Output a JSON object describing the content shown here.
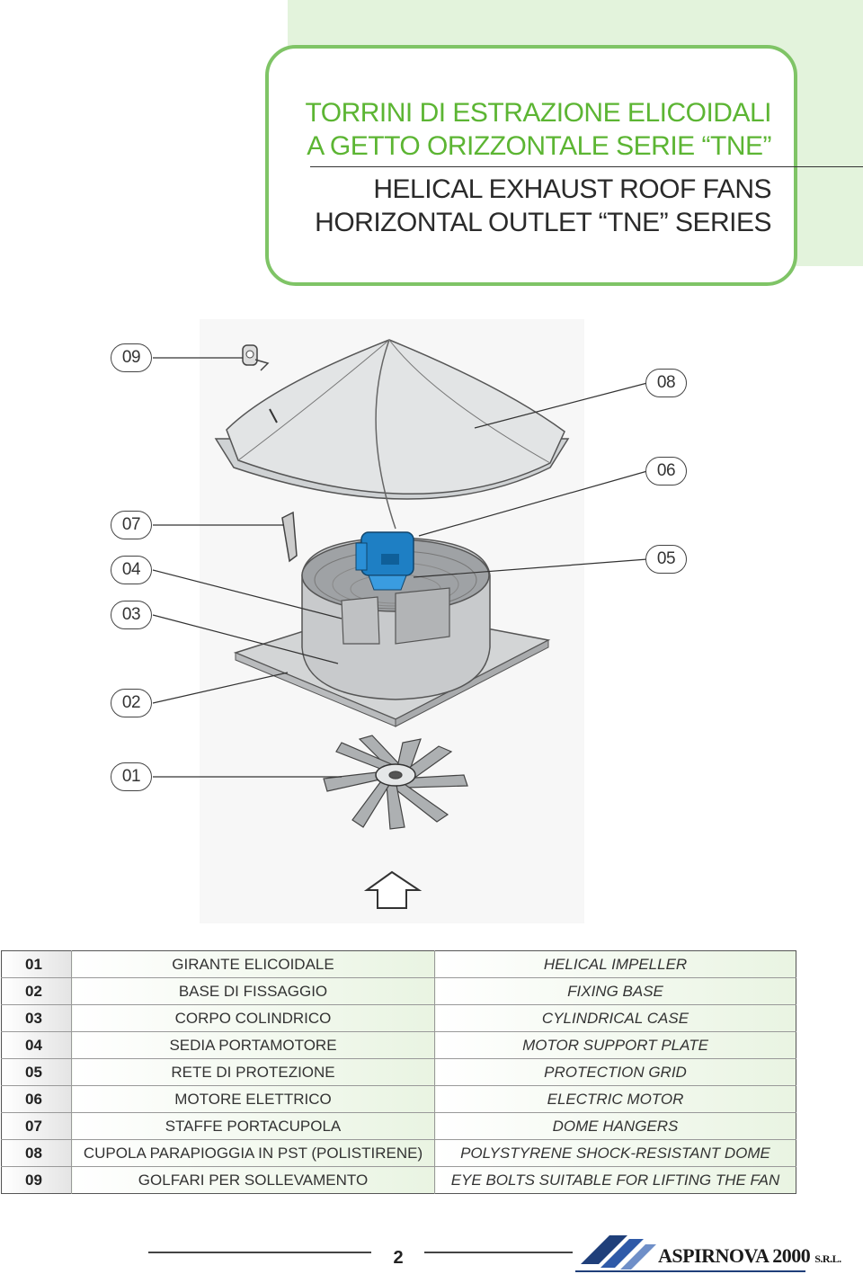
{
  "header": {
    "title_it_line1": "TORRINI DI ESTRAZIONE ELICOIDALI",
    "title_it_line2": "A GETTO ORIZZONTALE SERIE “TNE”",
    "title_en_line1": "HELICAL EXHAUST ROOF FANS",
    "title_en_line2": "HORIZONTAL OUTLET “TNE” SERIES"
  },
  "callouts": [
    "09",
    "08",
    "06",
    "07",
    "04",
    "05",
    "03",
    "02",
    "01"
  ],
  "parts": [
    {
      "num": "01",
      "it": "GIRANTE ELICOIDALE",
      "en": "HELICAL IMPELLER"
    },
    {
      "num": "02",
      "it": "BASE DI FISSAGGIO",
      "en": "FIXING BASE"
    },
    {
      "num": "03",
      "it": "CORPO COLINDRICO",
      "en": "CYLINDRICAL CASE"
    },
    {
      "num": "04",
      "it": "SEDIA PORTAMOTORE",
      "en": "MOTOR SUPPORT PLATE"
    },
    {
      "num": "05",
      "it": "RETE DI PROTEZIONE",
      "en": "PROTECTION GRID"
    },
    {
      "num": "06",
      "it": "MOTORE ELETTRICO",
      "en": "ELECTRIC MOTOR"
    },
    {
      "num": "07",
      "it": "STAFFE PORTACUPOLA",
      "en": "DOME HANGERS"
    },
    {
      "num": "08",
      "it": "CUPOLA PARAPIOGGIA IN PST (POLISTIRENE)",
      "en": "POLYSTYRENE SHOCK-RESISTANT DOME"
    },
    {
      "num": "09",
      "it": "GOLFARI PER SOLLEVAMENTO",
      "en": "EYE BOLTS SUITABLE FOR LIFTING THE FAN"
    }
  ],
  "footer": {
    "page_number": "2",
    "logo_text": "ASPIRNOVA 2000",
    "logo_suffix": "S.R.L."
  },
  "colors": {
    "accent_green": "#5cb533",
    "box_border": "#7fc466",
    "header_bg": "#e3f3dc",
    "motor_blue": "#1e7fc4"
  }
}
